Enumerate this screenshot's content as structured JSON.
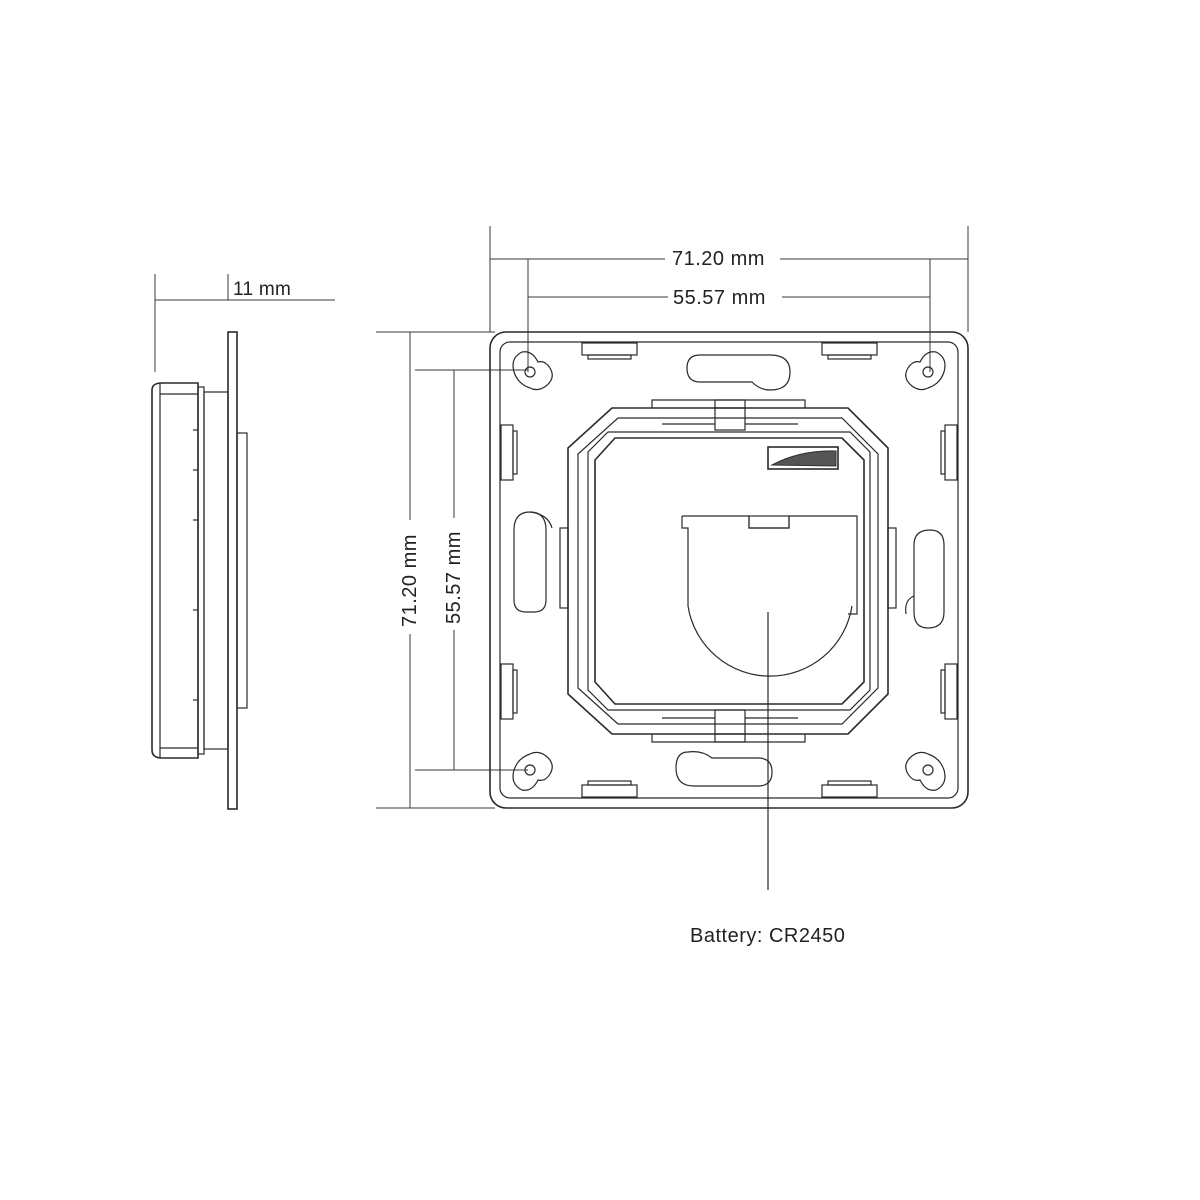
{
  "drawing": {
    "side_view": {
      "depth_label": "11 mm"
    },
    "front_view": {
      "outer_width_label": "71.20 mm",
      "inner_width_label": "55.57 mm",
      "outer_height_label": "71.20 mm",
      "inner_height_label": "55.57 mm"
    },
    "callout": {
      "battery_label": "Battery: CR2450"
    }
  }
}
